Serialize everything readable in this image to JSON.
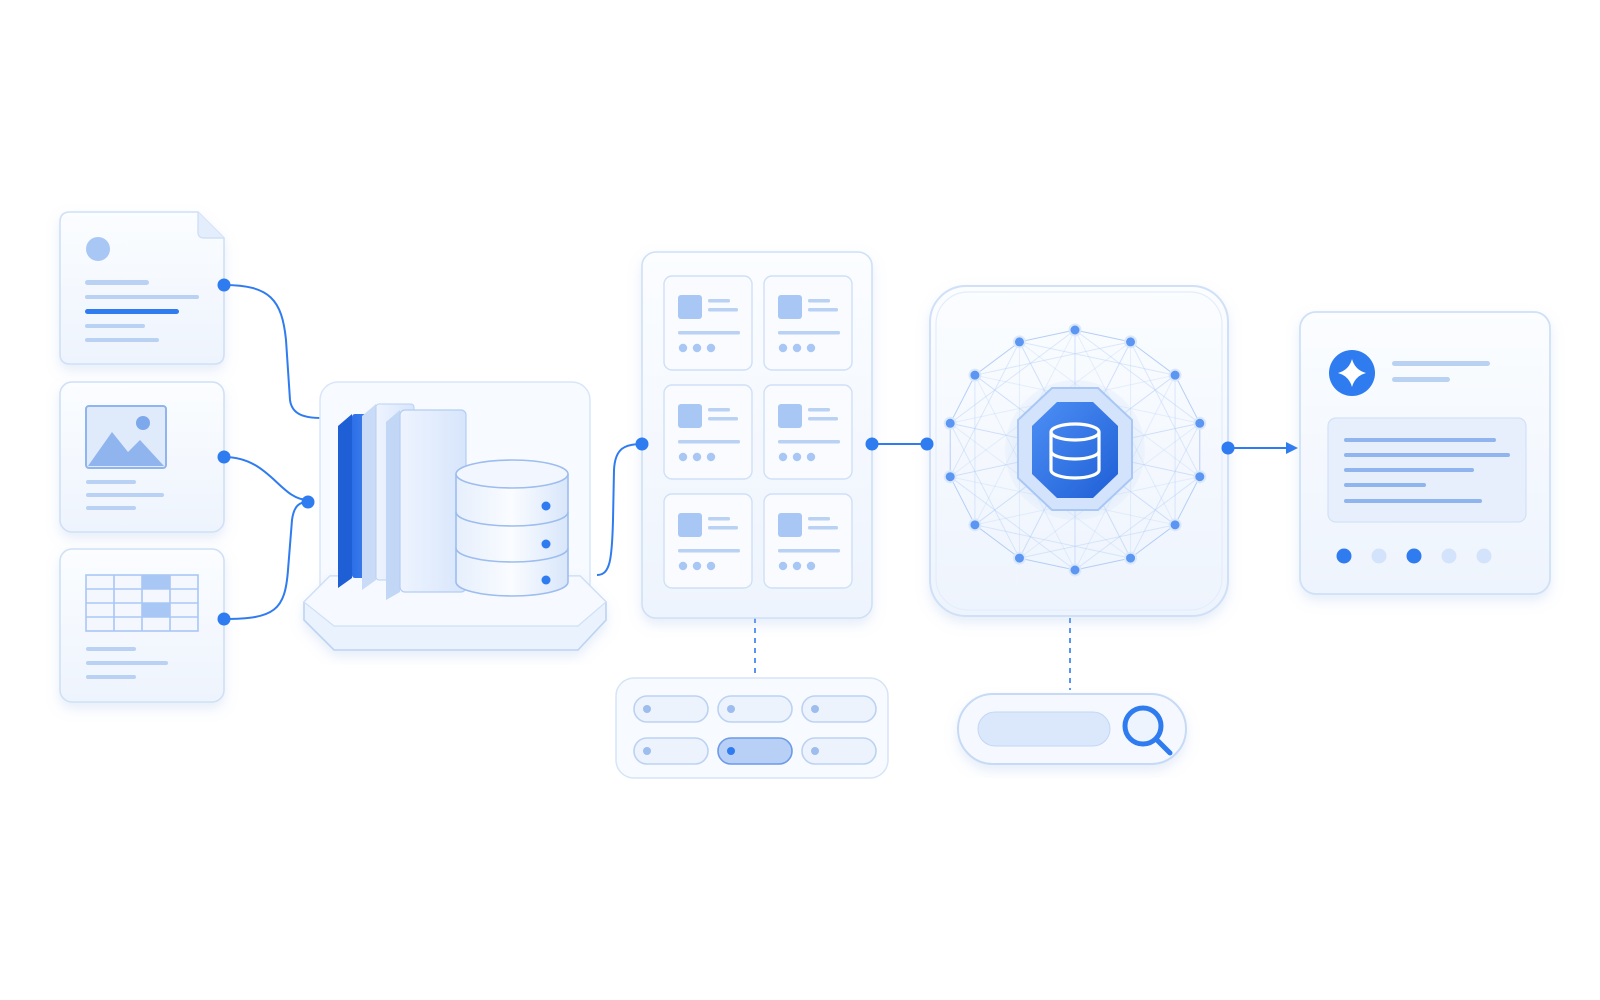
{
  "colors": {
    "accent": "#2f7bf0",
    "accent_deep": "#1f5fd6",
    "accent_light": "#a9c7f5",
    "panel_fill": "#f4f8fe",
    "panel_stroke": "#cfe0f7",
    "placeholder_line": "#b9d1f3",
    "placeholder_fill": "#dfeafb"
  },
  "icons": {
    "source_text": "document-icon",
    "source_image": "image-icon",
    "source_table": "table-icon",
    "storage_books": "books-icon",
    "storage_db": "database-icon",
    "vector_core": "database-icon",
    "search": "search-icon",
    "output_spark": "sparkle-icon"
  },
  "stages": [
    {
      "id": "sources",
      "items": [
        "document",
        "image",
        "table"
      ]
    },
    {
      "id": "knowledge-store",
      "items": [
        "books",
        "database"
      ]
    },
    {
      "id": "chunks",
      "card_count": 6
    },
    {
      "id": "vector-index",
      "node_count": 14
    },
    {
      "id": "generated-output"
    }
  ],
  "tags": {
    "rows": 2,
    "cols": 3,
    "selected": [
      1,
      1
    ]
  },
  "output_carousel": {
    "dots": 5,
    "active": [
      0,
      2
    ]
  }
}
